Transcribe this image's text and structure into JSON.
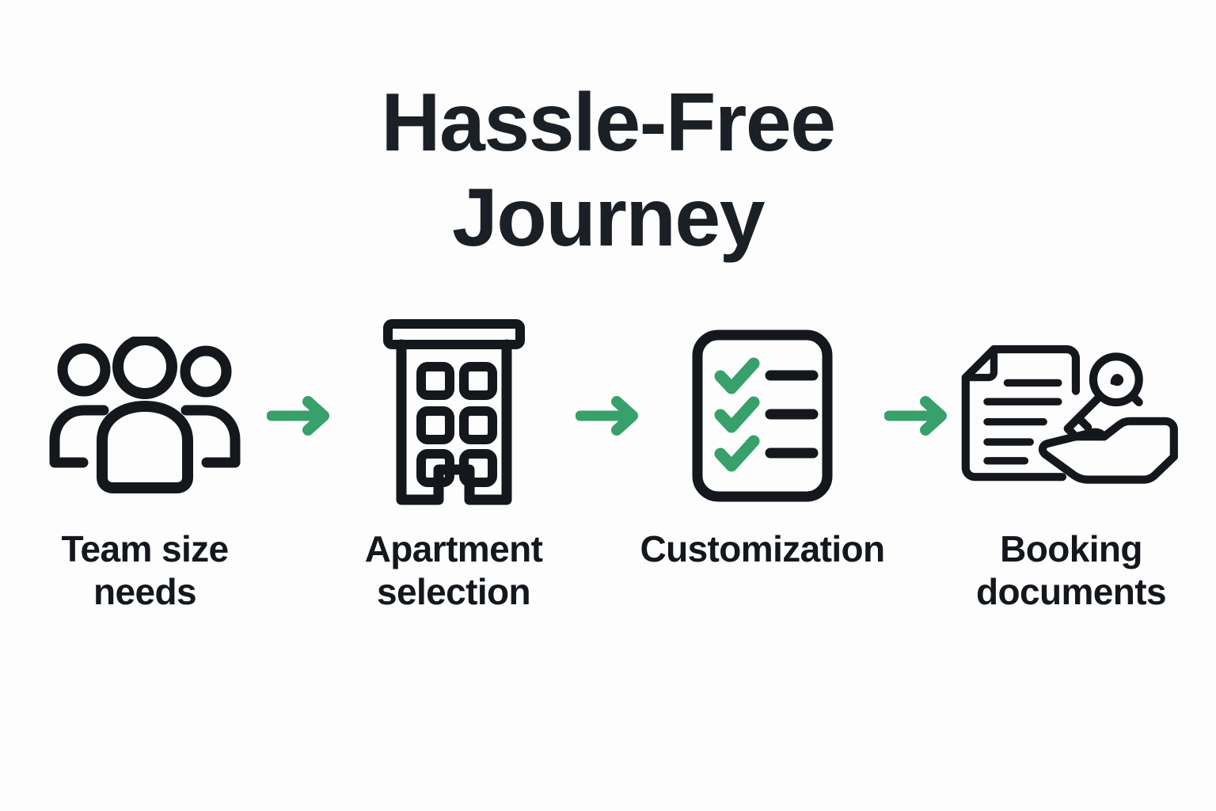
{
  "title": "Hassle-Free\nJourney",
  "colors": {
    "ink": "#14181d",
    "title_ink": "#1b2026",
    "accent_green": "#37a06b",
    "background": "#fdfdfd"
  },
  "steps": [
    {
      "id": "team-size-needs",
      "icon": "people-group-icon",
      "label": "Team size\nneeds"
    },
    {
      "id": "apartment-selection",
      "icon": "apartment-building-icon",
      "label": "Apartment\nselection"
    },
    {
      "id": "customization",
      "icon": "checklist-icon",
      "label": "Customization"
    },
    {
      "id": "booking-documents",
      "icon": "document-key-handover-icon",
      "label": "Booking\ndocuments"
    }
  ],
  "connectors": [
    {
      "id": "arrow-1",
      "icon": "arrow-right-icon"
    },
    {
      "id": "arrow-2",
      "icon": "arrow-right-icon"
    },
    {
      "id": "arrow-3",
      "icon": "arrow-right-icon"
    }
  ]
}
